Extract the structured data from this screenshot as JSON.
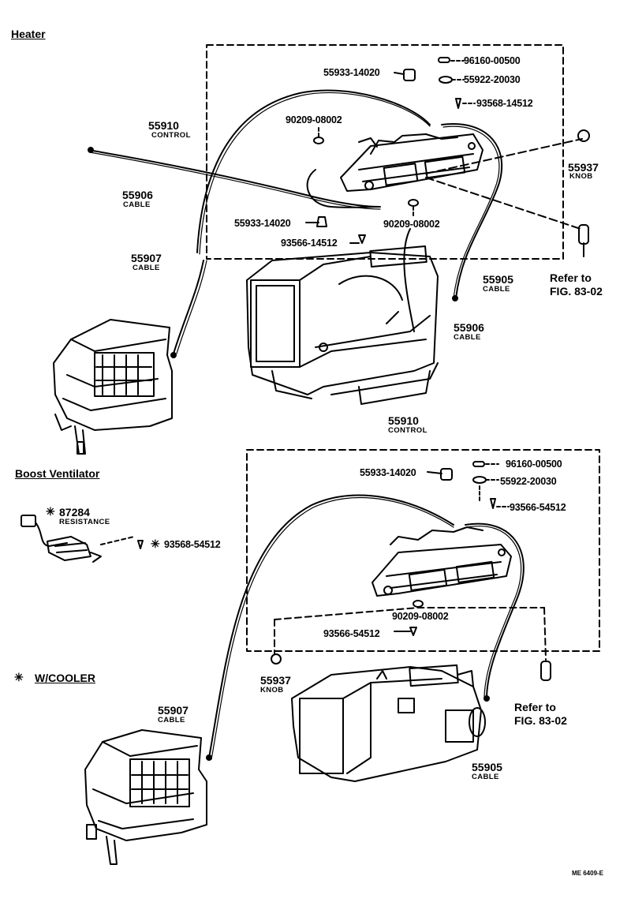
{
  "sections": {
    "heater": "Heater",
    "boost_ventilator": "Boost Ventilator",
    "w_cooler": "W/COOLER",
    "w_cooler_mark": "✳"
  },
  "heater": {
    "p_96160": "96160-00500",
    "p_55933_top": "55933-14020",
    "p_55922": "55922-20030",
    "p_93568_top": "93568-14512",
    "p_90209_left": "90209-08002",
    "control_no": "55910",
    "control_name": "CONTROL",
    "knob_no": "55937",
    "knob_name": "KNOB",
    "cable_55906_no": "55906",
    "cable_55906_name": "CABLE",
    "p_55933_bottom": "55933-14020",
    "p_90209_right": "90209-08002",
    "p_93566_bottom": "93566-14512",
    "cable_55907_no": "55907",
    "cable_55907_name": "CABLE",
    "cable_55905_no": "55905",
    "cable_55905_name": "CABLE",
    "refer_1": "Refer to",
    "refer_2": "FIG. 83-02",
    "cable_55906b_no": "55906",
    "cable_55906b_name": "CABLE",
    "control2_no": "55910",
    "control2_name": "CONTROL"
  },
  "boost": {
    "mark": "✳",
    "resistance_no": "87284",
    "resistance_name": "RESISTANCE",
    "screw_mark": "✳",
    "screw_no": "93568-54512"
  },
  "cooler": {
    "p_55933": "55933-14020",
    "p_96160": "96160-00500",
    "p_55922": "55922-20030",
    "p_93566_a": "93566-54512",
    "p_90209": "90209-08002",
    "p_93566_b": "93566-54512",
    "knob_no": "55937",
    "knob_name": "KNOB",
    "cable_55907_no": "55907",
    "cable_55907_name": "CABLE",
    "refer_1": "Refer to",
    "refer_2": "FIG. 83-02",
    "cable_55905_no": "55905",
    "cable_55905_name": "CABLE"
  },
  "footer": {
    "code": "ME 6409-E"
  }
}
